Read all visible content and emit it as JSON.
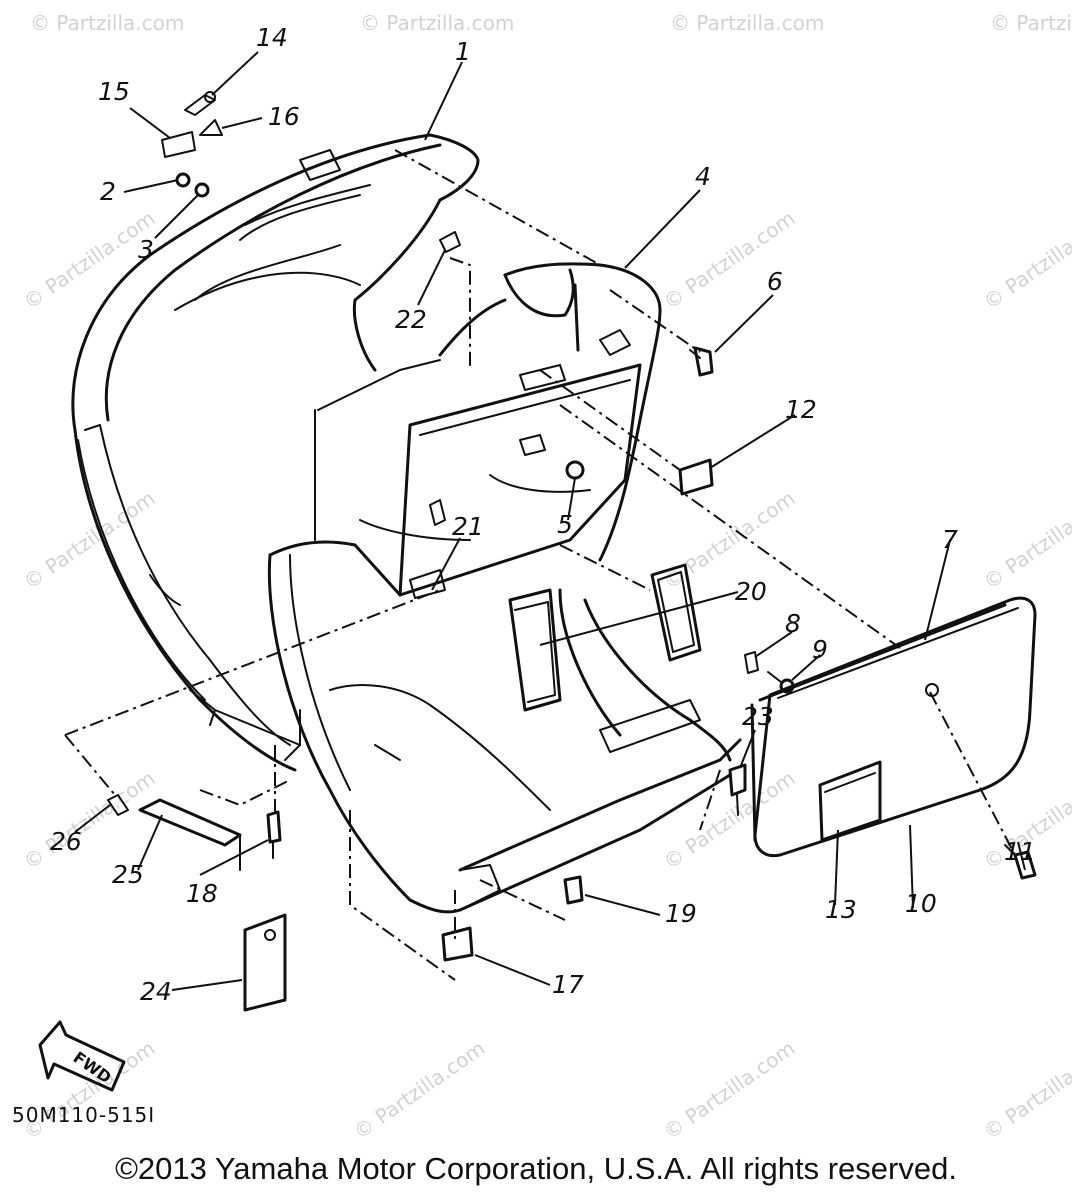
{
  "diagram": {
    "part_callouts": [
      "1",
      "2",
      "3",
      "4",
      "5",
      "6",
      "7",
      "8",
      "9",
      "10",
      "11",
      "12",
      "13",
      "14",
      "15",
      "16",
      "17",
      "18",
      "19",
      "20",
      "21",
      "22",
      "23",
      "24",
      "25",
      "26"
    ],
    "direction_label": "FWD",
    "drawing_code": "50M110-515I",
    "watermark": "© Partzilla.com",
    "copyright": "©2013 Yamaha Motor Corporation, U.S.A. All rights reserved."
  }
}
